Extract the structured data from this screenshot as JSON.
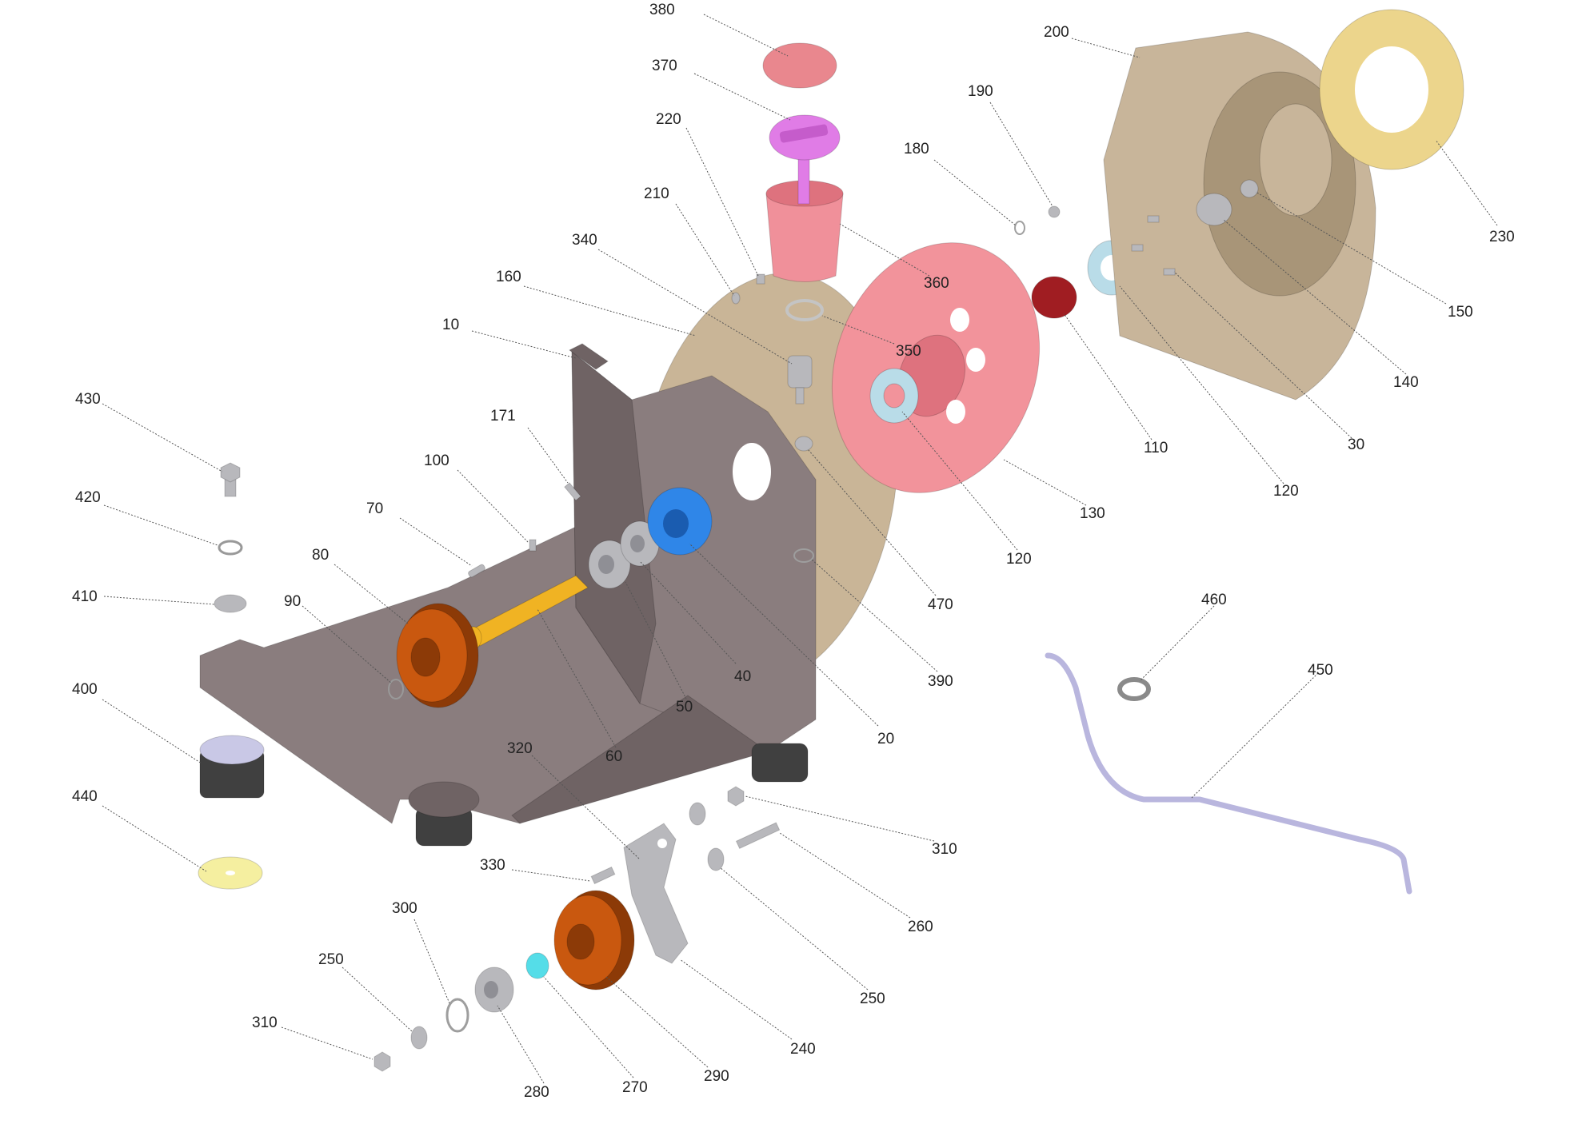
{
  "diagram": {
    "colors": {
      "background": "#ffffff",
      "frame": "#8a7d7e",
      "frame_dark": "#6f6364",
      "housing": "#c8b59a",
      "housing_dark": "#a89578",
      "backplate": "#c9b597",
      "impeller": "#f2939b",
      "impeller_dark": "#de727e",
      "pulley": "#c9580f",
      "pulley_dark": "#8c3a07",
      "shaft": "#f0b323",
      "nut_blue": "#2f86e8",
      "fastener": "#b8b8bc",
      "flange": "#ecd58c",
      "cap": "#e9878e",
      "knob": "#e07ce6",
      "cup": "#f0909a",
      "grommet": "#a01d22",
      "mount_top": "#c9c8e6",
      "mount_body": "#404040",
      "pad": "#f5efa0",
      "hose": "#b9b6de",
      "teal": "#55dde8",
      "washer_blue": "#b9dce8"
    },
    "callouts": [
      {
        "label": "380"
      },
      {
        "label": "370"
      },
      {
        "label": "220"
      },
      {
        "label": "210"
      },
      {
        "label": "340"
      },
      {
        "label": "160"
      },
      {
        "label": "10"
      },
      {
        "label": "430"
      },
      {
        "label": "171"
      },
      {
        "label": "100"
      },
      {
        "label": "420"
      },
      {
        "label": "70"
      },
      {
        "label": "80"
      },
      {
        "label": "410"
      },
      {
        "label": "90"
      },
      {
        "label": "400"
      },
      {
        "label": "440"
      },
      {
        "label": "320"
      },
      {
        "label": "330"
      },
      {
        "label": "300"
      },
      {
        "label": "250"
      },
      {
        "label": "310"
      },
      {
        "label": "280"
      },
      {
        "label": "270"
      },
      {
        "label": "290"
      },
      {
        "label": "240"
      },
      {
        "label": "250"
      },
      {
        "label": "260"
      },
      {
        "label": "310"
      },
      {
        "label": "60"
      },
      {
        "label": "50"
      },
      {
        "label": "40"
      },
      {
        "label": "20"
      },
      {
        "label": "390"
      },
      {
        "label": "470"
      },
      {
        "label": "120"
      },
      {
        "label": "130"
      },
      {
        "label": "350"
      },
      {
        "label": "360"
      },
      {
        "label": "180"
      },
      {
        "label": "190"
      },
      {
        "label": "200"
      },
      {
        "label": "230"
      },
      {
        "label": "150"
      },
      {
        "label": "140"
      },
      {
        "label": "30"
      },
      {
        "label": "120"
      },
      {
        "label": "110"
      },
      {
        "label": "460"
      },
      {
        "label": "450"
      }
    ]
  }
}
